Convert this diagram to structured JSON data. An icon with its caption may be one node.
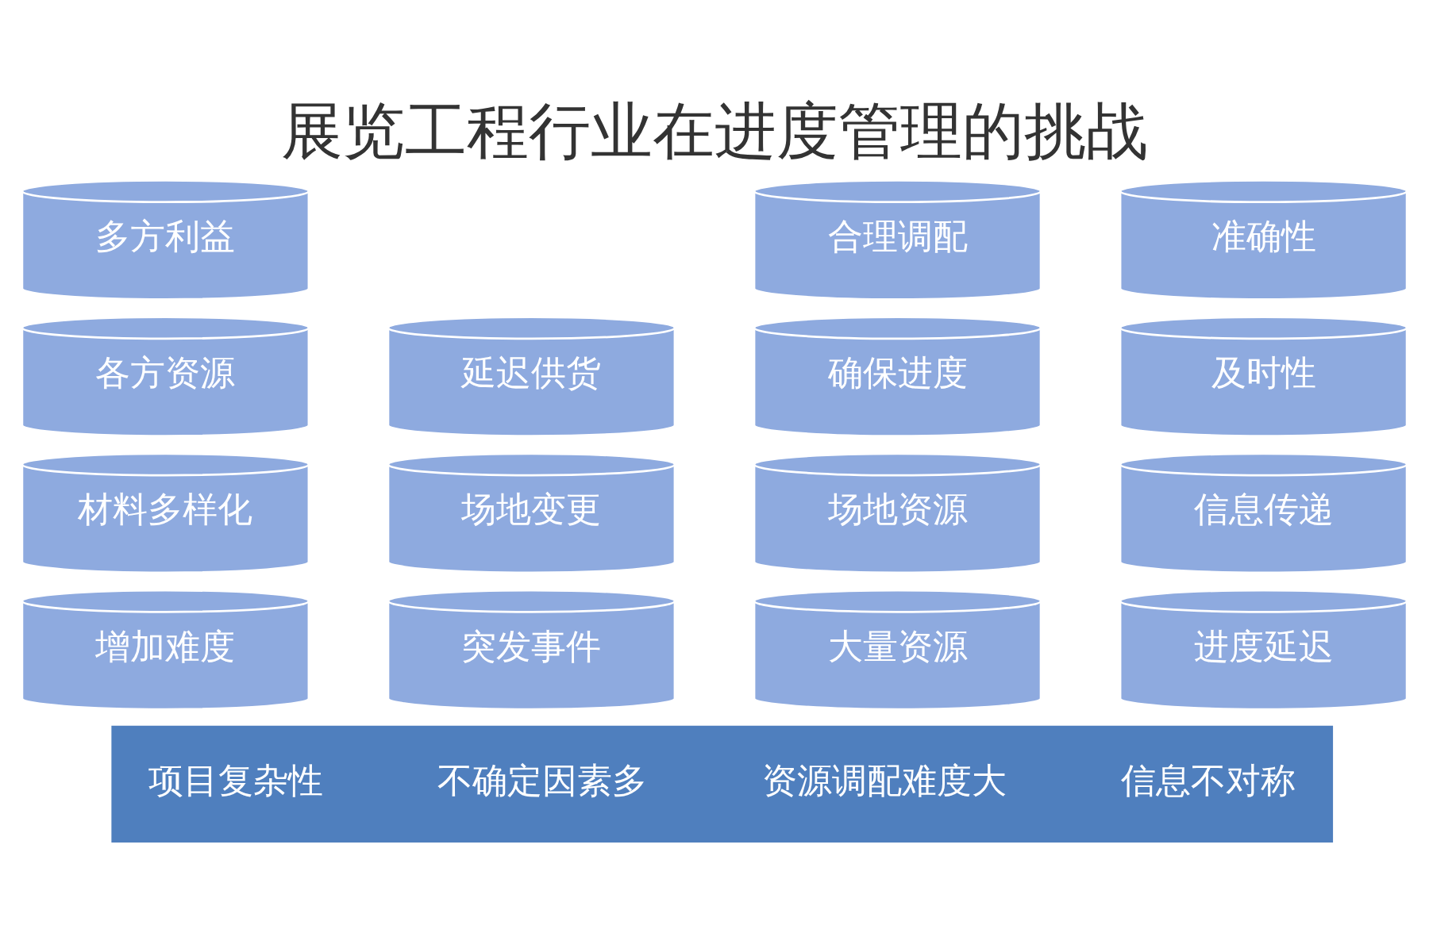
{
  "diagram": {
    "title": "展览工程行业在进度管理的挑战",
    "nodes": [
      {
        "text": [
          "多方利益"
        ]
      },
      {
        "text": [
          "各方资源"
        ]
      },
      {
        "text": [
          "材料多样化"
        ]
      },
      {
        "text": [
          "增加难度"
        ]
      },
      {
        "text": [
          "延迟供货"
        ]
      },
      {
        "text": [
          "场地变更"
        ]
      },
      {
        "text": [
          "突发事件"
        ]
      },
      {
        "text": [
          "合理调配"
        ]
      },
      {
        "text": [
          "确保进度"
        ]
      },
      {
        "text": [
          "场地资源"
        ]
      },
      {
        "text": [
          "大量资源"
        ]
      },
      {
        "text": [
          "准确性"
        ]
      },
      {
        "text": [
          "及时性"
        ]
      },
      {
        "text": [
          "信息传递"
        ]
      },
      {
        "text": [
          "进度延迟"
        ]
      },
      {
        "text": [],
        "shape": "arrow"
      },
      {
        "text": [
          "项目复杂性"
        ],
        "in": 15
      },
      {
        "text": [
          "不确定因素多"
        ],
        "in": 15
      },
      {
        "text": [
          "资源调配难度大"
        ],
        "in": 15
      },
      {
        "text": [
          "信息不对称"
        ],
        "in": 15
      }
    ]
  }
}
